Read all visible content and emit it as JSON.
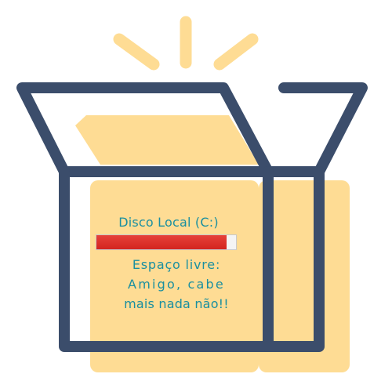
{
  "disk": {
    "label": "Disco Local (C:)",
    "used_fraction": 0.93
  },
  "message": {
    "line1": "Espaço livre:",
    "line2": "Amigo, cabe",
    "line3": "mais nada não!!"
  },
  "colors": {
    "outline": "#3b4d6b",
    "box_fill": "#fedc94",
    "rays": "#fedc94",
    "text": "#1a8fa0",
    "bar_used": "#d92a24",
    "bar_free": "#f4f4f4"
  },
  "icons": {
    "box": "open-box-icon",
    "rays": "burst-rays-icon"
  }
}
